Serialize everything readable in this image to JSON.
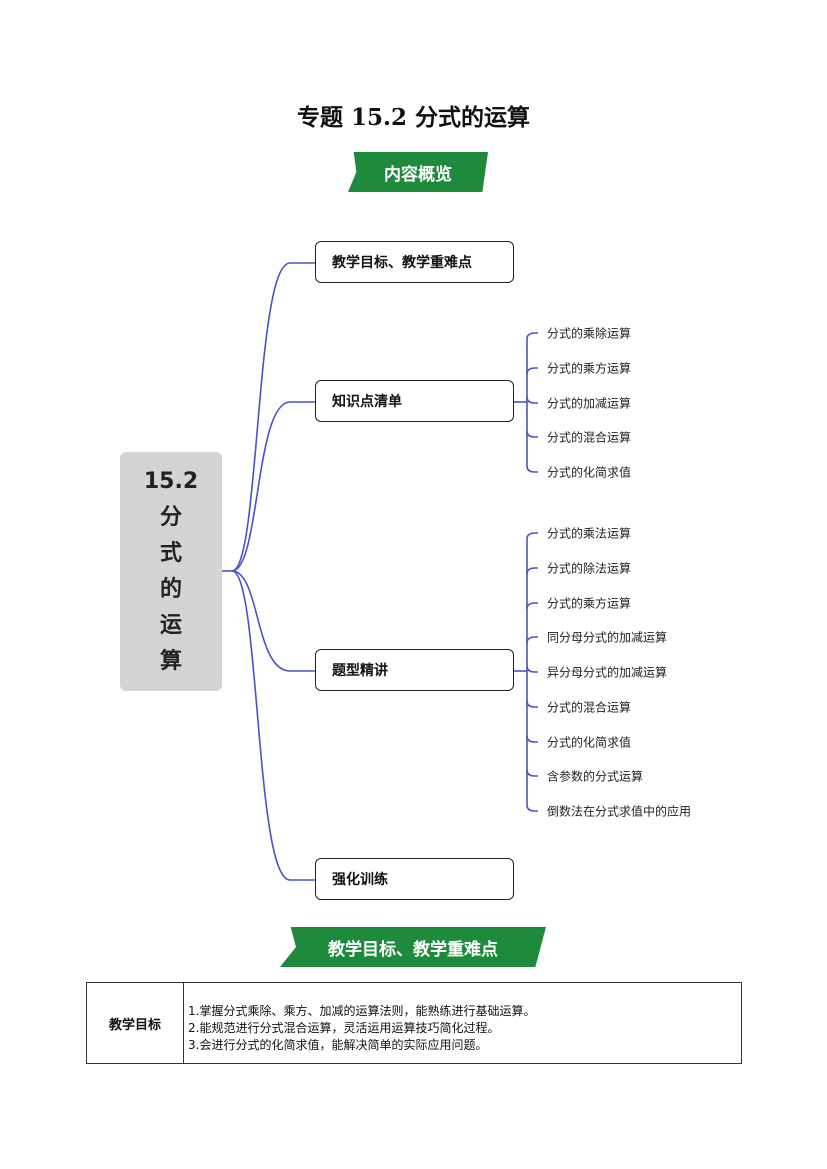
{
  "title": "专题 15.2  分式的运算",
  "banner_overview": "内容概览",
  "root": "15.2\n分\n式\n的\n运\n算",
  "branches": [
    {
      "label": "教学目标、教学重难点",
      "children": []
    },
    {
      "label": "知识点清单",
      "children": [
        "分式的乘除运算",
        "分式的乘方运算",
        "分式的加减运算",
        "分式的混合运算",
        "分式的化简求值"
      ]
    },
    {
      "label": "题型精讲",
      "children": [
        "分式的乘法运算",
        "分式的除法运算",
        "分式的乘方运算",
        "同分母分式的加减运算",
        "异分母分式的加减运算",
        "分式的混合运算",
        "分式的化简求值",
        "含参数的分式运算",
        "倒数法在分式求值中的应用"
      ]
    },
    {
      "label": "强化训练",
      "children": []
    }
  ],
  "banner_goals": "教学目标、教学重难点",
  "table": {
    "header": "教学目标",
    "lines": [
      "1.掌握分式乘除、乘方、加减的运算法则，能熟练进行基础运算。",
      "2.能规范进行分式混合运算，灵活运用运算技巧简化过程。",
      "3.会进行分式的化简求值，能解决简单的实际应用问题。"
    ]
  },
  "colors": {
    "banner": "#1e8a3c",
    "connector": "#4a52c6",
    "root_bg": "#d4d4d4"
  }
}
